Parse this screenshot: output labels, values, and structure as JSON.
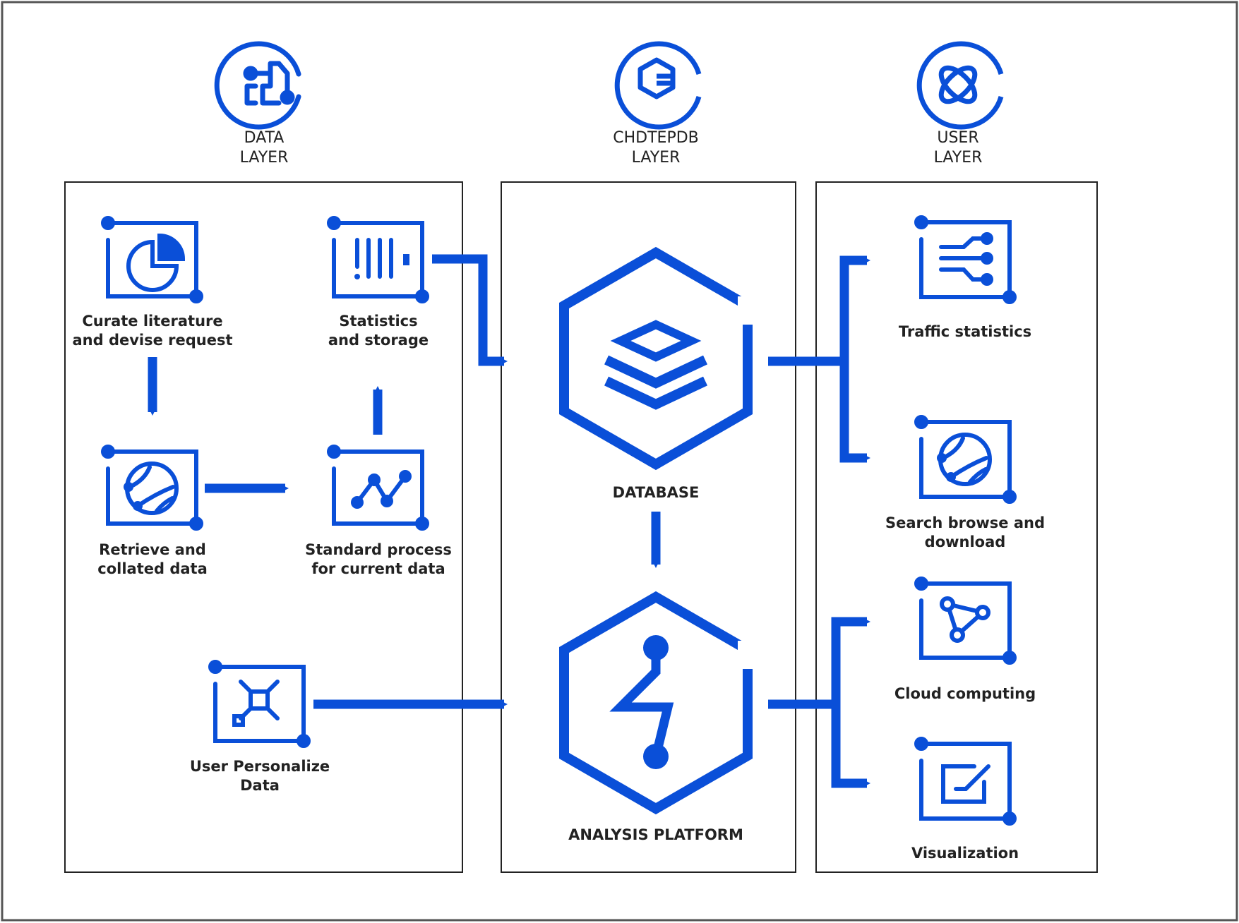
{
  "colors": {
    "accent": "#0a4fd8",
    "border": "#222222",
    "frame": "#555555",
    "text": "#222222"
  },
  "layers": {
    "data": {
      "line1": "DATA",
      "line2": "LAYER"
    },
    "db": {
      "line1": "CHDTEPDB",
      "line2": "LAYER"
    },
    "user": {
      "line1": "USER",
      "line2": "LAYER"
    }
  },
  "data_layer": {
    "curate": {
      "line1": "Curate literature",
      "line2": "and devise request",
      "icon": "pie-chart-icon"
    },
    "stats": {
      "line1": "Statistics",
      "line2": "and storage",
      "icon": "bar-storage-icon"
    },
    "retrieve": {
      "line1": "Retrieve and",
      "line2": "collated data",
      "icon": "globe-icon"
    },
    "standard": {
      "line1": "Standard process",
      "line2": "for current data",
      "icon": "line-chart-icon"
    },
    "personal": {
      "line1": "User Personalize",
      "line2": "Data",
      "icon": "network-node-icon"
    }
  },
  "db_layer": {
    "database": {
      "label": "DATABASE",
      "icon": "layers-hexagon-icon"
    },
    "analysis": {
      "label": "ANALYSIS PLATFORM",
      "icon": "lightning-hexagon-icon"
    }
  },
  "user_layer": {
    "traffic": {
      "line1": "Traffic statistics",
      "icon": "circuit-icon"
    },
    "search": {
      "line1": "Search browse and",
      "line2": "download",
      "icon": "globe-icon"
    },
    "cloud": {
      "line1": "Cloud computing",
      "icon": "share-nodes-icon"
    },
    "visual": {
      "line1": "Visualization",
      "icon": "edit-check-icon"
    }
  }
}
